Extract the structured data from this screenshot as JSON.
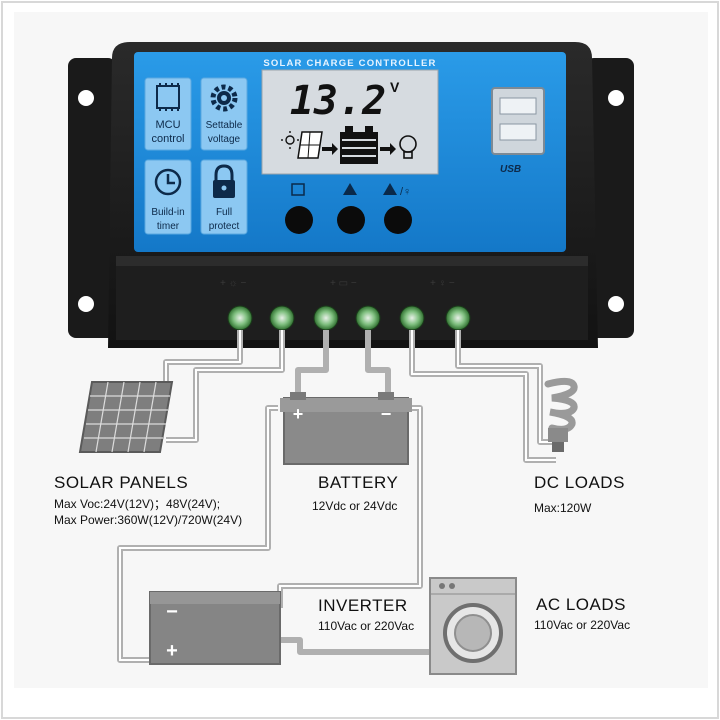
{
  "controller": {
    "header": "SOLAR CHARGE CONTROLLER",
    "lcd_value": "13.2",
    "lcd_unit": "V",
    "usb_label": "USB",
    "features": [
      {
        "line1": "MCU",
        "line2": "control",
        "icon": "chip-icon"
      },
      {
        "line1": "Settable",
        "line2": "voltage",
        "icon": "gear-icon"
      },
      {
        "line1": "Build-in",
        "line2": "timer",
        "icon": "clock-icon"
      },
      {
        "line1": "Full",
        "line2": "protect",
        "icon": "lock-icon"
      }
    ],
    "buttons": [
      {
        "icon": "menu-icon"
      },
      {
        "icon": "up-arrow-icon"
      },
      {
        "icon": "up-load-icon"
      }
    ]
  },
  "labels": {
    "solar_panels": {
      "title": "SOLAR  PANELS",
      "line1": "Max  Voc:24V(12V)；48V(24V);",
      "line2": "Max  Power:360W(12V)/720W(24V)"
    },
    "battery": {
      "title": "BATTERY",
      "line1": "12Vdc  or  24Vdc"
    },
    "dc_loads": {
      "title": "DC  LOADS",
      "line1": "Max:120W"
    },
    "inverter": {
      "title": "INVERTER",
      "line1": "110Vac  or  220Vac"
    },
    "ac_loads": {
      "title": "AC  LOADS",
      "line1": "110Vac  or  220Vac"
    }
  },
  "colors": {
    "panel_blue": "#1f8fe0",
    "lcd_bg": "#d6dbe0",
    "case_dark": "#1c1c1c",
    "terminal_green": "#4a9e4a",
    "wire_gray": "#8c8c8c"
  }
}
